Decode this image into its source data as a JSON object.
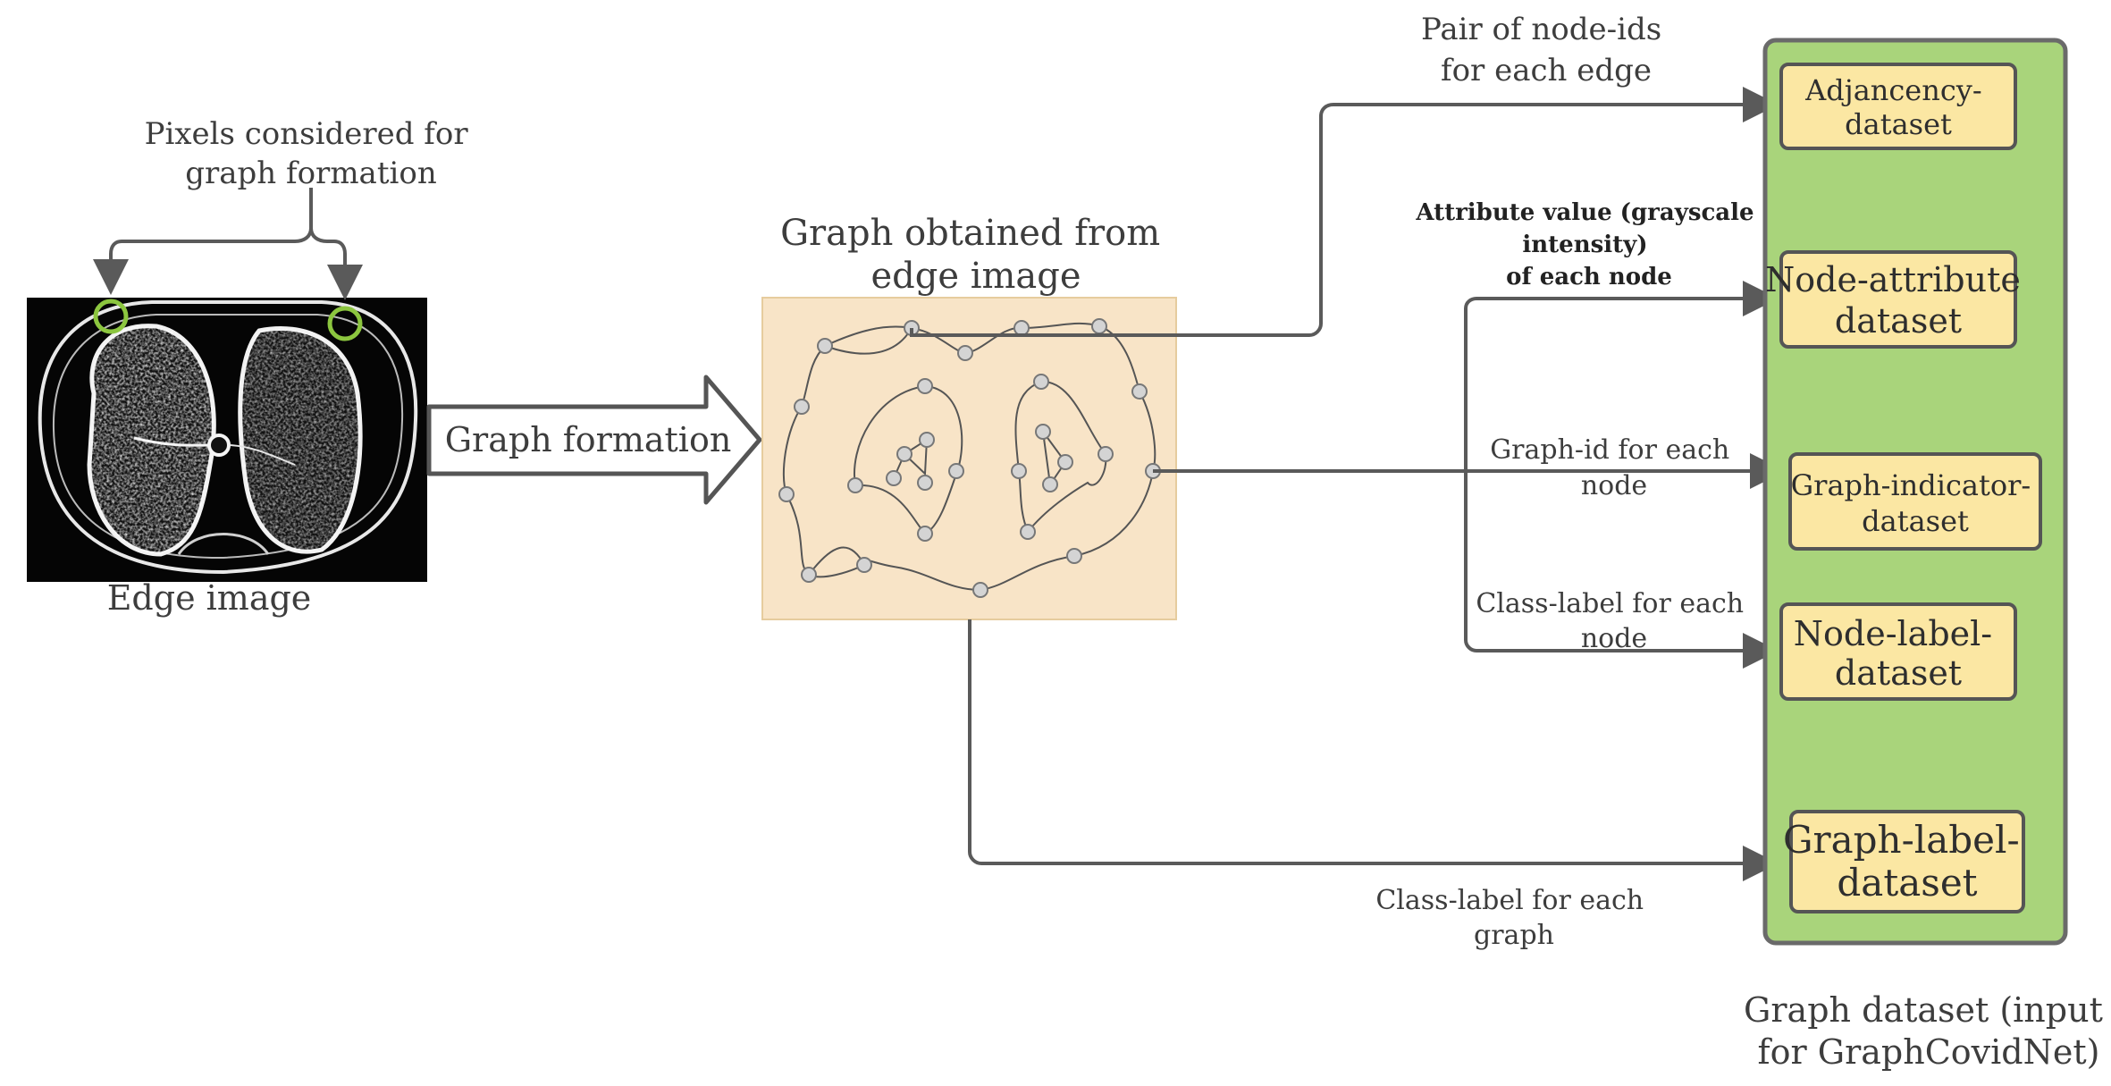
{
  "pixels_label": [
    "Pixels considered for",
    "graph formation"
  ],
  "edge_image_label": "Edge image",
  "formation_arrow_label": "Graph formation",
  "graph_label": [
    "Graph obtained from",
    "edge image"
  ],
  "edge_label_pairs": [
    "Pair of node-ids",
    "for each edge"
  ],
  "edge_label_attribute": [
    "Attribute value (grayscale",
    "intensity)",
    "of each node"
  ],
  "edge_label_graph_id": [
    "Graph-id for each",
    "node"
  ],
  "edge_label_node_class": [
    "Class-label for each",
    "node"
  ],
  "edge_label_graph_class": [
    "Class-label for each",
    "graph"
  ],
  "datasets": [
    {
      "lines": [
        "Adjancency-",
        "dataset"
      ]
    },
    {
      "lines": [
        "Node-attribute",
        "dataset"
      ]
    },
    {
      "lines": [
        "Graph-indicator-",
        "dataset"
      ]
    },
    {
      "lines": [
        "Node-label-",
        "dataset"
      ]
    },
    {
      "lines": [
        "Graph-label-",
        "dataset"
      ]
    }
  ],
  "container_label": [
    "Graph dataset (input",
    "for GraphCovidNet)"
  ],
  "colors": {
    "container_fill": "#a9d47b",
    "container_border": "#6a6a6a",
    "dataset_fill": "#fbe7a3",
    "graph_bg": "#f8e4c7",
    "highlight_circle": "#8cc63f",
    "connector": "#5a5a5a"
  },
  "icons": [
    "ct-edge-image",
    "graph-nodes",
    "block-arrow"
  ]
}
